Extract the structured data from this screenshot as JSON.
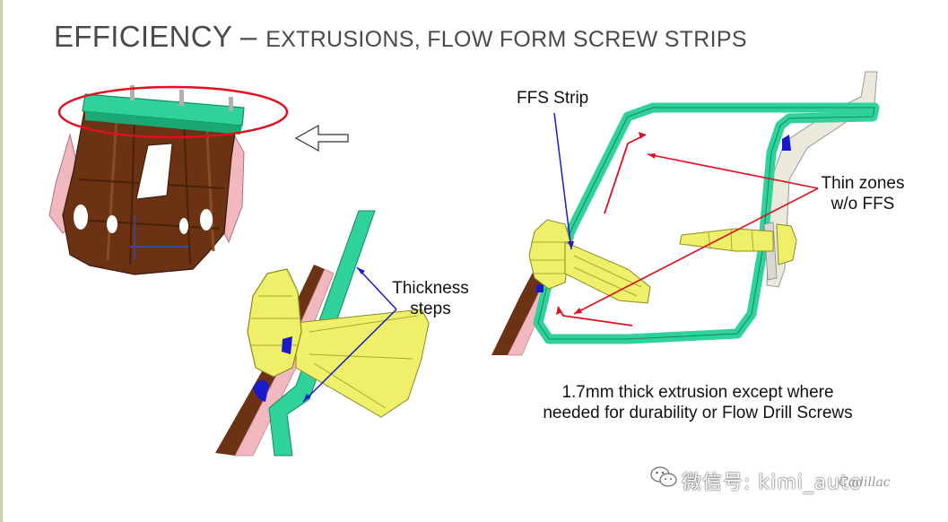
{
  "slide": {
    "title_main": "EFFICIENCY – ",
    "title_sub": "EXTRUSIONS, FLOW FORM SCREW STRIPS"
  },
  "labels": {
    "ffs_strip": "FFS Strip",
    "thin_zones_line1": "Thin zones",
    "thin_zones_line2": "w/o FFS",
    "thickness_line1": "Thickness",
    "thickness_line2": "steps",
    "caption_line1": "1.7mm thick extrusion except where",
    "caption_line2": "needed for durability or Flow Drill Screws"
  },
  "watermark": {
    "text": "微信号: kimi_auto",
    "brand": "Cadillac"
  },
  "colors": {
    "extrusion_green": "#2fd39a",
    "floor_brown": "#6b3214",
    "pink_part": "#f2b8c0",
    "screw_yellow": "#eef06a",
    "highlight_red": "#e01020",
    "pointer_blue": "#1a1acc"
  }
}
